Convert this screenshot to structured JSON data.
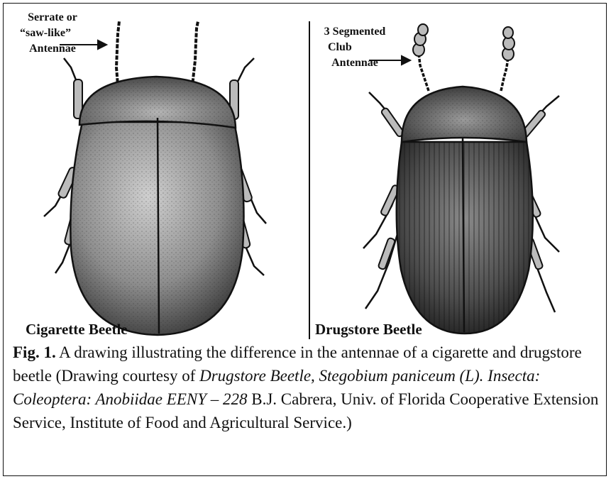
{
  "annotations": {
    "left": [
      "Serrate or",
      "“saw-like”",
      "Antennae"
    ],
    "right": [
      "3 Segmented",
      "Club",
      "Antennae"
    ]
  },
  "labels": {
    "left_beetle": "Cigarette Beetle",
    "right_beetle": "Drugstore Beetle"
  },
  "caption": {
    "fig_label": "Fig. 1.",
    "text_1": " A drawing illustrating the difference in the antennae of a cigarette and drugstore beetle (Drawing courtesy of ",
    "italic": "Drugstore Beetle, Stegobium paniceum (L). Insecta: Coleoptera: Anobiidae EENY – 228",
    "text_2": " B.J. Cabrera, Univ. of Florida Cooperative Extension Service, Institute of Food and Agricultural Service.)"
  },
  "colors": {
    "ink": "#111111",
    "shell_light": "#bdbdbd",
    "shell_dark": "#2a2a2a"
  }
}
